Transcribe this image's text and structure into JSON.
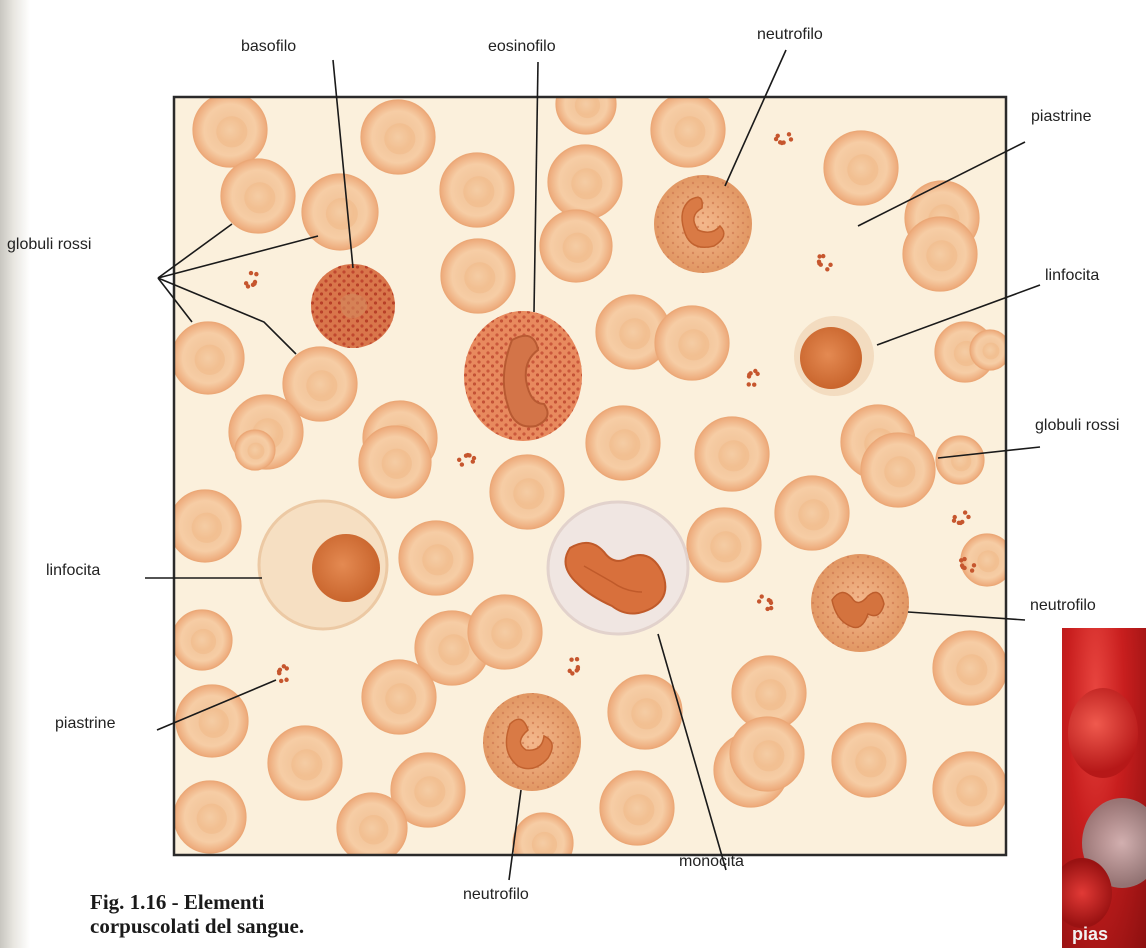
{
  "labels": {
    "basofilo": "basofilo",
    "eosinofilo": "eosinofilo",
    "neutrofilo_top": "neutrofilo",
    "piastrine_right": "piastrine",
    "globuli_rossi_left": "globuli rossi",
    "linfocita_right": "linfocita",
    "globuli_rossi_right": "globuli rossi",
    "linfocita_left": "linfocita",
    "neutrofilo_right": "neutrofilo",
    "piastrine_left": "piastrine",
    "neutrofilo_bottom": "neutrofilo",
    "monocita": "monocita"
  },
  "caption": {
    "line1": "Fig. 1.16 - Elementi",
    "line2": "corpuscolati del sangue."
  },
  "photo": {
    "text": "pias"
  },
  "colors": {
    "background": "#fbf0dc",
    "red_cell": "#f6c99a",
    "red_cell_rim": "#eba877",
    "nucleus": "#d9773e",
    "granules": "#c04a30",
    "frame": "#2a2a2a"
  }
}
